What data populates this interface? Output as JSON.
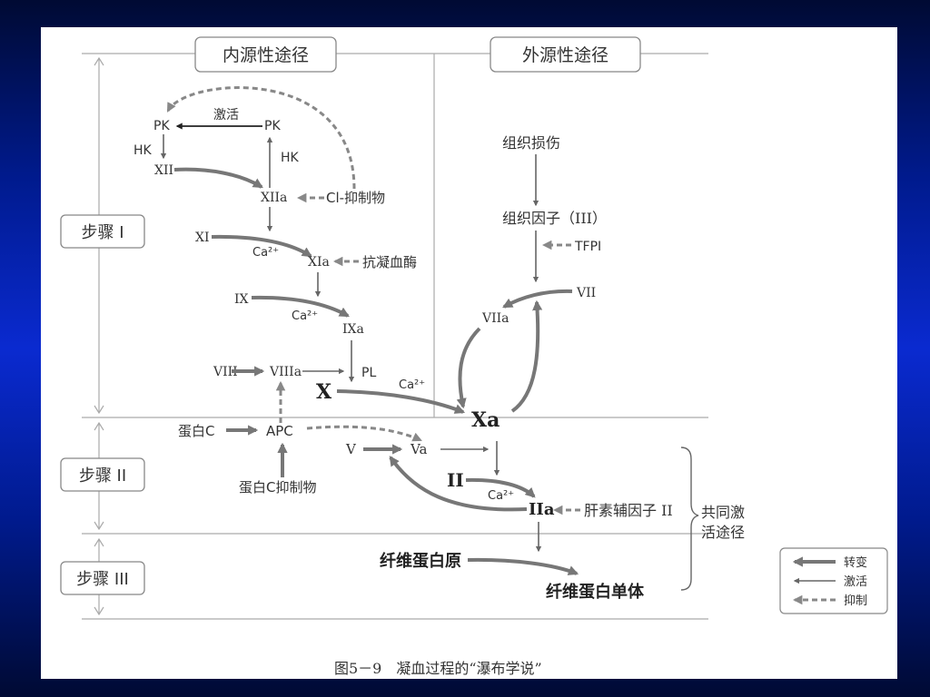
{
  "headers": {
    "intrinsic": "内源性途径",
    "extrinsic": "外源性途径"
  },
  "steps": {
    "step1": "步骤 I",
    "step2": "步骤 II",
    "step3": "步骤 III"
  },
  "intrinsic": {
    "pk_left": "PK",
    "pk_right": "PK",
    "activate": "激活",
    "hk_left": "HK",
    "hk_right": "HK",
    "f12": "XII",
    "f12a": "XIIa",
    "ci_inhibitor": "Cl-抑制物",
    "f11": "XI",
    "ca1": "Ca²⁺",
    "f11a": "XIa",
    "antithrombin": "抗凝血酶",
    "f9": "IX",
    "ca2": "Ca²⁺",
    "f9a": "IXa",
    "f8": "VIII",
    "f8a": "VIIIa",
    "pl": "PL",
    "f10": "X",
    "ca3": "Ca²⁺"
  },
  "extrinsic": {
    "tissue_damage": "组织损伤",
    "tissue_factor": "组织因子（III）",
    "tfpi": "TFPI",
    "f7": "VII",
    "f7a": "VIIa"
  },
  "common": {
    "f10a": "Xa",
    "protein_c": "蛋白C",
    "apc": "APC",
    "protein_c_inhibitor": "蛋白C抑制物",
    "f5": "V",
    "f5a": "Va",
    "f2": "II",
    "ca4": "Ca²⁺",
    "f2a": "IIa",
    "heparin_cofactor": "肝素辅因子 II",
    "common_pathway_line1": "共同激",
    "common_pathway_line2": "活途径",
    "fibrinogen": "纤维蛋白原",
    "fibrin_monomer": "纤维蛋白单体"
  },
  "legend": {
    "convert": "转变",
    "activate": "激活",
    "inhibit": "抑制"
  },
  "caption": "图5－9　凝血过程的“瀑布学说”"
}
